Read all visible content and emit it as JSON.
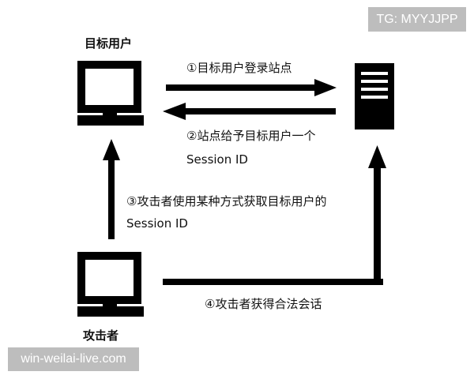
{
  "watermarks": {
    "top_right": "TG: MYYJJPP",
    "bottom_left": "win-weilai-live.com"
  },
  "nodes": {
    "user": "目标用户",
    "attacker": "攻击者"
  },
  "steps": {
    "step1": "①目标用户登录站点",
    "step2_line1": "②站点给予目标用户一个",
    "step2_line2": "Session ID",
    "step3_line1": "③攻击者使用某种方式获取目标用户的",
    "step3_line2": "Session ID",
    "step4": "④攻击者获得合法会话"
  }
}
